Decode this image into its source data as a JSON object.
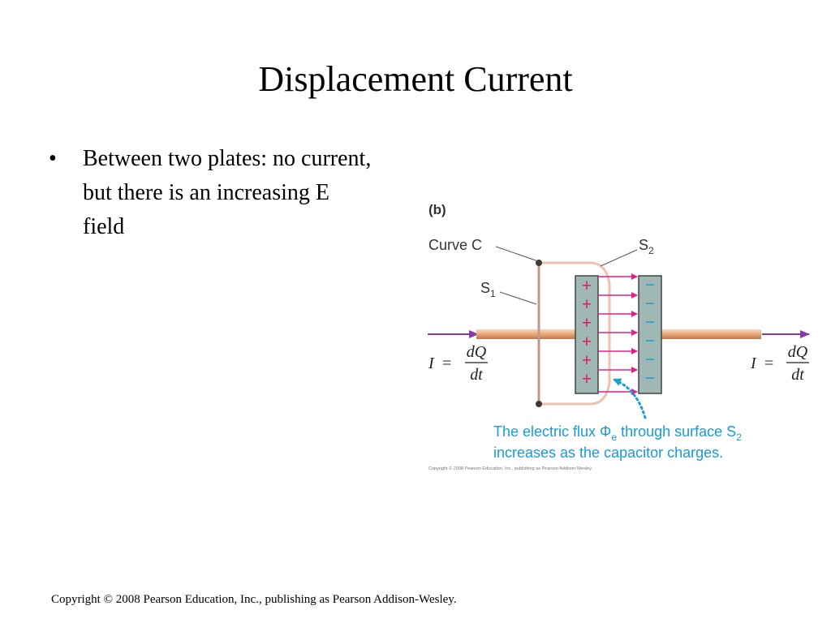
{
  "slide": {
    "title": "Displacement Current",
    "bullets": [
      {
        "marker": "•",
        "text": "Between two plates: no current, but there is an increasing E field"
      }
    ],
    "footer": "Copyright © 2008 Pearson Education, Inc., publishing as Pearson Addison-Wesley."
  },
  "figure": {
    "panel_label": "(b)",
    "curve_label": "Curve C",
    "surface_s1": "S",
    "surface_s1_sub": "1",
    "surface_s2": "S",
    "surface_s2_sub": "2",
    "plus_sign": "+",
    "minus_sign": "−",
    "current_left": {
      "i": "I",
      "eq": "=",
      "num": "dQ",
      "den": "dt"
    },
    "current_right": {
      "i": "I",
      "eq": "=",
      "num": "dQ",
      "den": "dt"
    },
    "caption_line1_a": "The electric flux Φ",
    "caption_line1_sub_e": "e",
    "caption_line1_b": " through surface S",
    "caption_line1_sub_2": "2",
    "caption_line2": "increases as the capacitor charges.",
    "credit": "Copyright © 2008 Pearson Education, Inc., publishing as Pearson Addison-Wesley.",
    "colors": {
      "wire": "#e8a878",
      "plate": "#9fb8b4",
      "plus": "#d9205a",
      "minus": "#1aa0d0",
      "field_arrow": "#e0208a",
      "current_arrow": "#8a3aa8",
      "surface": "#ecc3b0",
      "curve": "#c8958a",
      "caption": "#1a9ad6"
    }
  }
}
